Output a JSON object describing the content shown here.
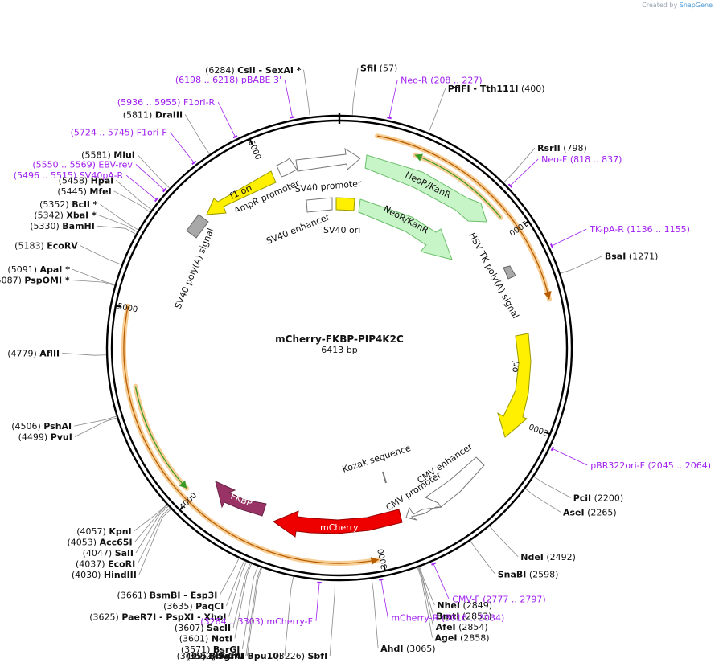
{
  "watermark": {
    "created_by": "Created by",
    "brand": "SnapGene"
  },
  "plasmid": {
    "name": "mCherry-FKBP-PIP4K2C",
    "length": 6413,
    "length_label": "6413 bp"
  },
  "ruler": [
    "1000",
    "2000",
    "3000",
    "4000",
    "5000",
    "6000"
  ],
  "enzymes": [
    {
      "pos": 57,
      "coord": "(57)",
      "names": [
        "SfiI"
      ]
    },
    {
      "pos": 400,
      "coord": "(400)",
      "names": [
        "PflFI",
        "Tth111I"
      ]
    },
    {
      "pos": 798,
      "coord": "(798)",
      "names": [
        "RsrII"
      ]
    },
    {
      "pos": 1271,
      "coord": "(1271)",
      "names": [
        "BsaI"
      ]
    },
    {
      "pos": 2200,
      "coord": "(2200)",
      "names": [
        "PciI"
      ]
    },
    {
      "pos": 2265,
      "coord": "(2265)",
      "names": [
        "AseI"
      ]
    },
    {
      "pos": 2492,
      "coord": "(2492)",
      "names": [
        "NdeI"
      ]
    },
    {
      "pos": 2598,
      "coord": "(2598)",
      "names": [
        "SnaBI"
      ]
    },
    {
      "pos": 2849,
      "coord": "(2849)",
      "names": [
        "NheI"
      ]
    },
    {
      "pos": 2853,
      "coord": "(2853)",
      "names": [
        "BmtI"
      ]
    },
    {
      "pos": 2854,
      "coord": "(2854)",
      "names": [
        "AfeI"
      ]
    },
    {
      "pos": 2858,
      "coord": "(2858)",
      "names": [
        "AgeI"
      ]
    },
    {
      "pos": 3065,
      "coord": "(3065)",
      "names": [
        "AhdI"
      ]
    },
    {
      "pos": 3226,
      "coord": "(3226)",
      "names": [
        "SbfI"
      ]
    },
    {
      "pos": 3409,
      "coord": "(3409)",
      "names": [
        "BbvCI",
        "Bpu10I"
      ]
    },
    {
      "pos": 3552,
      "coord": "(3552)",
      "names": [
        "SgrAI"
      ]
    },
    {
      "pos": 3557,
      "coord": "(3557)",
      "names": [
        "XcmI"
      ]
    },
    {
      "pos": 3571,
      "coord": "(3571)",
      "names": [
        "BsrGI"
      ]
    },
    {
      "pos": 3601,
      "coord": "(3601)",
      "names": [
        "NotI"
      ]
    },
    {
      "pos": 3607,
      "coord": "(3607)",
      "names": [
        "SacII"
      ]
    },
    {
      "pos": 3625,
      "coord": "(3625)",
      "names": [
        "PaeR7I",
        "PspXI",
        "XhoI"
      ]
    },
    {
      "pos": 3635,
      "coord": "(3635)",
      "names": [
        "PaqCI"
      ]
    },
    {
      "pos": 3661,
      "coord": "(3661)",
      "names": [
        "BsmBI",
        "Esp3I"
      ]
    },
    {
      "pos": 4030,
      "coord": "(4030)",
      "names": [
        "HindIII"
      ]
    },
    {
      "pos": 4037,
      "coord": "(4037)",
      "names": [
        "EcoRI"
      ]
    },
    {
      "pos": 4047,
      "coord": "(4047)",
      "names": [
        "SalI"
      ]
    },
    {
      "pos": 4053,
      "coord": "(4053)",
      "names": [
        "Acc65I"
      ]
    },
    {
      "pos": 4057,
      "coord": "(4057)",
      "names": [
        "KpnI"
      ]
    },
    {
      "pos": 4499,
      "coord": "(4499)",
      "names": [
        "PvuI"
      ]
    },
    {
      "pos": 4506,
      "coord": "(4506)",
      "names": [
        "PshAI"
      ]
    },
    {
      "pos": 4779,
      "coord": "(4779)",
      "names": [
        "AflII"
      ]
    },
    {
      "pos": 5087,
      "coord": "(5087)",
      "names": [
        "PspOMI *"
      ]
    },
    {
      "pos": 5091,
      "coord": "(5091)",
      "names": [
        "ApaI *"
      ]
    },
    {
      "pos": 5183,
      "coord": "(5183)",
      "names": [
        "EcoRV"
      ]
    },
    {
      "pos": 5330,
      "coord": "(5330)",
      "names": [
        "BamHI"
      ]
    },
    {
      "pos": 5342,
      "coord": "(5342)",
      "names": [
        "XbaI *"
      ]
    },
    {
      "pos": 5352,
      "coord": "(5352)",
      "names": [
        "BclI *"
      ]
    },
    {
      "pos": 5445,
      "coord": "(5445)",
      "names": [
        "MfeI"
      ]
    },
    {
      "pos": 5458,
      "coord": "(5458)",
      "names": [
        "HpaI"
      ]
    },
    {
      "pos": 5581,
      "coord": "(5581)",
      "names": [
        "MluI"
      ]
    },
    {
      "pos": 5811,
      "coord": "(5811)",
      "names": [
        "DraIII"
      ]
    },
    {
      "pos": 6284,
      "coord": "(6284)",
      "names": [
        "CsiI",
        "SexAI *"
      ]
    }
  ],
  "primers": [
    {
      "start": 208,
      "end": 227,
      "name": "Neo-R",
      "range": "(208 .. 227)"
    },
    {
      "start": 818,
      "end": 837,
      "name": "Neo-F",
      "range": "(818 .. 837)"
    },
    {
      "start": 1136,
      "end": 1155,
      "name": "TK-pA-R",
      "range": "(1136 .. 1155)"
    },
    {
      "start": 2045,
      "end": 2064,
      "name": "pBR322ori-F",
      "range": "(2045 .. 2064)"
    },
    {
      "start": 2777,
      "end": 2797,
      "name": "CMV-F",
      "range": "(2777 .. 2797)"
    },
    {
      "start": 3016,
      "end": 3034,
      "name": "mCherry-R",
      "range": "(3016 .. 3034)"
    },
    {
      "start": 3284,
      "end": 3303,
      "name": "mCherry-F",
      "range": "(3284 .. 3303)"
    },
    {
      "start": 5496,
      "end": 5515,
      "name": "SV40pA-R",
      "range": "(5496 .. 5515)"
    },
    {
      "start": 5550,
      "end": 5569,
      "name": "EBV-rev",
      "range": "(5550 .. 5569)"
    },
    {
      "start": 5724,
      "end": 5745,
      "name": "F1ori-F",
      "range": "(5724 .. 5745)"
    },
    {
      "start": 5936,
      "end": 5955,
      "name": "F1ori-R",
      "range": "(5936 .. 5955)"
    },
    {
      "start": 6198,
      "end": 6218,
      "name": "pBABE 3'",
      "range": "(6198 .. 6218)"
    }
  ],
  "features": [
    {
      "name": "NeoR/KanR",
      "color": "#c8f5c8",
      "stroke": "#6abf6a"
    },
    {
      "name": "NeoR/KanR",
      "color": "#c8f5c8",
      "stroke": "#6abf6a"
    },
    {
      "name": "SV40 promoter",
      "color": "#ffffff",
      "stroke": "#777777"
    },
    {
      "name": "AmpR promoter",
      "color": "#ffffff",
      "stroke": "#777777"
    },
    {
      "name": "SV40 enhancer",
      "color": "#ffffff",
      "stroke": "#777777"
    },
    {
      "name": "SV40 ori",
      "color": "#ffef00",
      "stroke": "#999900"
    },
    {
      "name": "f1 ori",
      "color": "#ffef00",
      "stroke": "#999900"
    },
    {
      "name": "SV40 poly(A) signal",
      "color": "#a8a8a8",
      "stroke": "#666666"
    },
    {
      "name": "HSV TK poly(A) signal",
      "color": "#a8a8a8",
      "stroke": "#666666"
    },
    {
      "name": "ori",
      "color": "#ffef00",
      "stroke": "#999900"
    },
    {
      "name": "CMV enhancer",
      "color": "#ffffff",
      "stroke": "#777777"
    },
    {
      "name": "CMV promoter",
      "color": "#ffffff",
      "stroke": "#777777"
    },
    {
      "name": "Kozak sequence",
      "color": "#ffffff",
      "stroke": "#777777"
    },
    {
      "name": "mCherry",
      "color": "#ee0000",
      "stroke": "#990000"
    },
    {
      "name": "FKBP",
      "color": "#993366",
      "stroke": "#662244"
    }
  ],
  "colors": {
    "primer": "#a020f0",
    "orf_orange": "#f5c27a",
    "orf_line": "#b85c00",
    "orf_green": "#3a9a28"
  }
}
